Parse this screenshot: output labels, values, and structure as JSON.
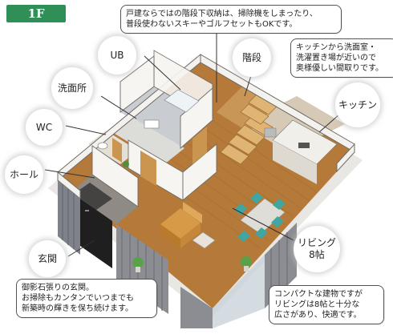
{
  "floor_label": "1F",
  "rooms": {
    "ub": "UB",
    "kaidan": "階段",
    "senmenjo": "洗面所",
    "kitchen": "キッチン",
    "wc": "WC",
    "hall": "ホール",
    "genkan": "玄関",
    "living_line1": "リビング",
    "living_line2": "8帖"
  },
  "callouts": {
    "stairs_storage": [
      "戸建ならではの階段下収納は、掃除機をしまったり、",
      "普段使わないスキーやゴルフセットもOKです。"
    ],
    "kitchen_note": [
      "キッチンから洗面室・",
      "洗濯置き場が近いので",
      "奥様優しい間取りです。"
    ],
    "entrance_note": [
      "御影石張りの玄関。",
      "お掃除もカンタンでいつまでも",
      "新築時の輝きを保ち続けます。"
    ],
    "living_note": [
      "コンパクトな建物ですが",
      "リビングは8帖と十分な",
      "広さがあり、快適です。"
    ]
  },
  "colors": {
    "floor_tag": "#2f8f57",
    "wall_top": "#7a7570",
    "wall_face": "#f4f2ee",
    "wood_floor": "#b9813f",
    "stone_floor": "#8f8a84",
    "curtain": "#8b8d93",
    "sofa": "#d79a47",
    "chair_teal": "#3fa6a2"
  }
}
